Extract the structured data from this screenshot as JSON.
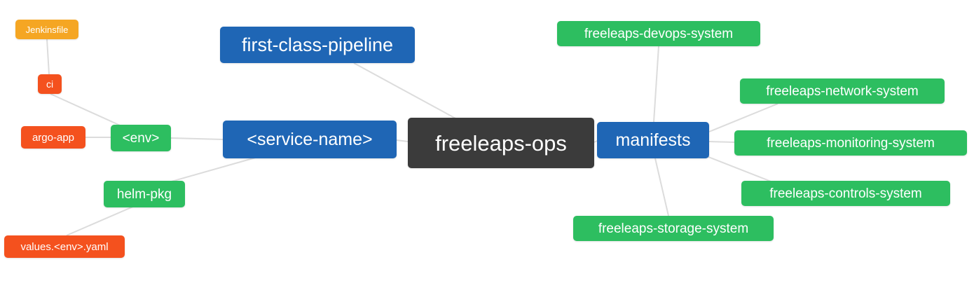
{
  "diagram": {
    "type": "mindmap",
    "central_node": "freeleaps-ops",
    "colors": {
      "blue": "#1f66b5",
      "green": "#2dbe60",
      "orange_red": "#f4511e",
      "amber": "#f5a623",
      "dark": "#3b3b3b",
      "edge": "#dcdcdc",
      "node_text": "#ffffff",
      "background": "#ffffff"
    },
    "nodes": [
      {
        "id": "jenkinsfile",
        "label": "Jenkinsfile",
        "color": "amber"
      },
      {
        "id": "ci",
        "label": "ci",
        "color": "orange_red"
      },
      {
        "id": "argo-app",
        "label": "argo-app",
        "color": "orange_red"
      },
      {
        "id": "env",
        "label": "<env>",
        "color": "green"
      },
      {
        "id": "first-class-pipeline",
        "label": "first-class-pipeline",
        "color": "blue"
      },
      {
        "id": "service-name",
        "label": "<service-name>",
        "color": "blue"
      },
      {
        "id": "helm-pkg",
        "label": "helm-pkg",
        "color": "green"
      },
      {
        "id": "values-env-yaml",
        "label": "values.<env>.yaml",
        "color": "orange_red"
      },
      {
        "id": "freeleaps-ops",
        "label": "freeleaps-ops",
        "color": "dark"
      },
      {
        "id": "manifests",
        "label": "manifests",
        "color": "blue"
      },
      {
        "id": "freeleaps-devops-system",
        "label": "freeleaps-devops-system",
        "color": "green"
      },
      {
        "id": "freeleaps-network-system",
        "label": "freeleaps-network-system",
        "color": "green"
      },
      {
        "id": "freeleaps-monitoring-system",
        "label": "freeleaps-monitoring-system",
        "color": "green"
      },
      {
        "id": "freeleaps-controls-system",
        "label": "freeleaps-controls-system",
        "color": "green"
      },
      {
        "id": "freeleaps-storage-system",
        "label": "freeleaps-storage-system",
        "color": "green"
      }
    ],
    "edges": [
      {
        "from": "jenkinsfile",
        "to": "ci"
      },
      {
        "from": "ci",
        "to": "env"
      },
      {
        "from": "argo-app",
        "to": "env"
      },
      {
        "from": "env",
        "to": "service-name"
      },
      {
        "from": "helm-pkg",
        "to": "service-name"
      },
      {
        "from": "values-env-yaml",
        "to": "helm-pkg"
      },
      {
        "from": "first-class-pipeline",
        "to": "freeleaps-ops"
      },
      {
        "from": "service-name",
        "to": "freeleaps-ops"
      },
      {
        "from": "freeleaps-ops",
        "to": "manifests"
      },
      {
        "from": "manifests",
        "to": "freeleaps-devops-system"
      },
      {
        "from": "manifests",
        "to": "freeleaps-network-system"
      },
      {
        "from": "manifests",
        "to": "freeleaps-monitoring-system"
      },
      {
        "from": "manifests",
        "to": "freeleaps-controls-system"
      },
      {
        "from": "manifests",
        "to": "freeleaps-storage-system"
      }
    ]
  }
}
